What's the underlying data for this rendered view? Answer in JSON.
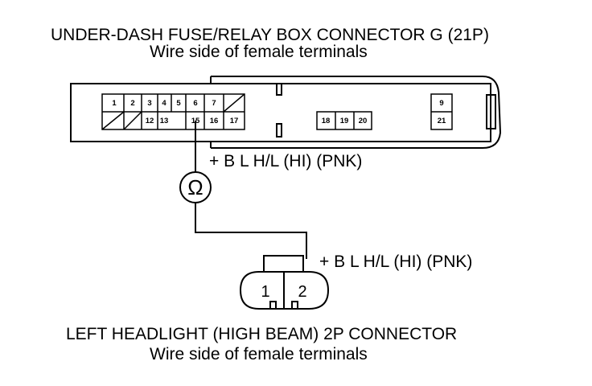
{
  "top_connector": {
    "title": "UNDER-DASH FUSE/RELAY BOX CONNECTOR G (21P)",
    "subtitle": "Wire side of female terminals",
    "terminals": [
      "1",
      "2",
      "3",
      "4",
      "5",
      "6",
      "7",
      "9",
      "12",
      "13",
      "15",
      "16",
      "17",
      "18",
      "19",
      "20",
      "21"
    ]
  },
  "wire_label_top": "+ B L H/L (HI) (PNK)",
  "ohmmeter_symbol": "Ω",
  "wire_label_bottom": "+ B L H/L (HI) (PNK)",
  "bottom_connector": {
    "title": "LEFT HEADLIGHT (HIGH BEAM) 2P CONNECTOR",
    "subtitle": "Wire side of female terminals",
    "terminals": [
      "1",
      "2"
    ]
  }
}
